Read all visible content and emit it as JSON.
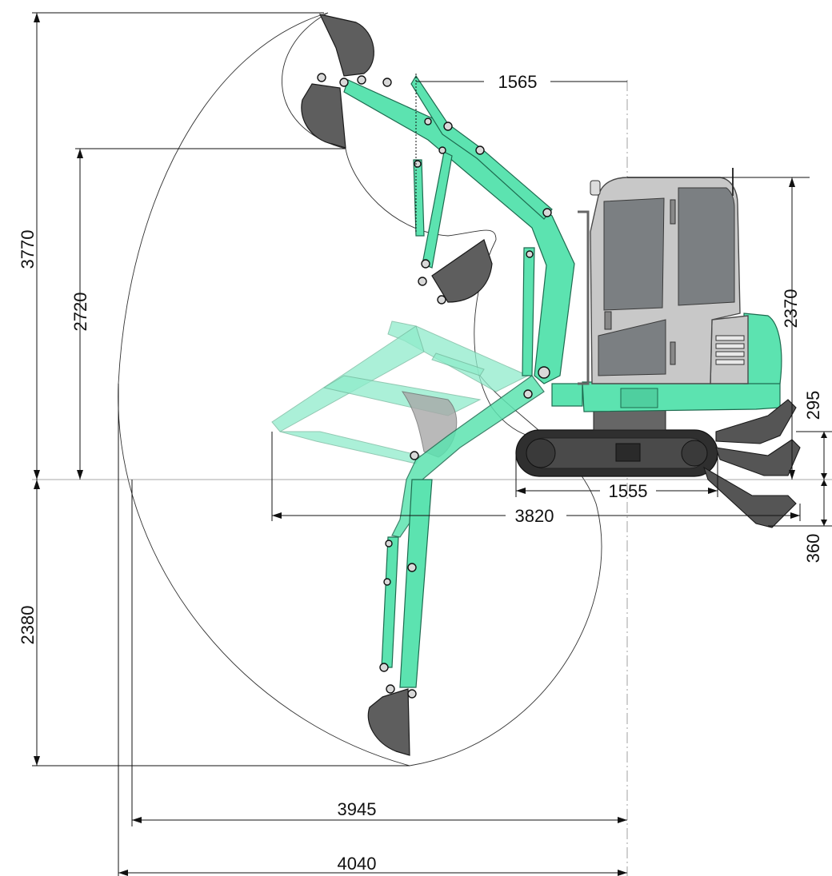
{
  "dimensions": {
    "max_reach_at_ground_line": "1565",
    "max_digging_height": "3770",
    "max_dump_height": "2720",
    "max_digging_depth": "2380",
    "overall_height": "2370",
    "blade_lift_height": "295",
    "blade_drop_depth": "360",
    "track_length_on_ground": "1555",
    "transport_length": "3820",
    "max_digging_reach_at_ground": "3945",
    "max_digging_reach": "4040"
  },
  "colors": {
    "machine_green": "#5ce3b0",
    "machine_green_ghost": "#8feccb",
    "bucket_dark": "#5e5e5e",
    "cab_grey": "#c8c8c8"
  }
}
